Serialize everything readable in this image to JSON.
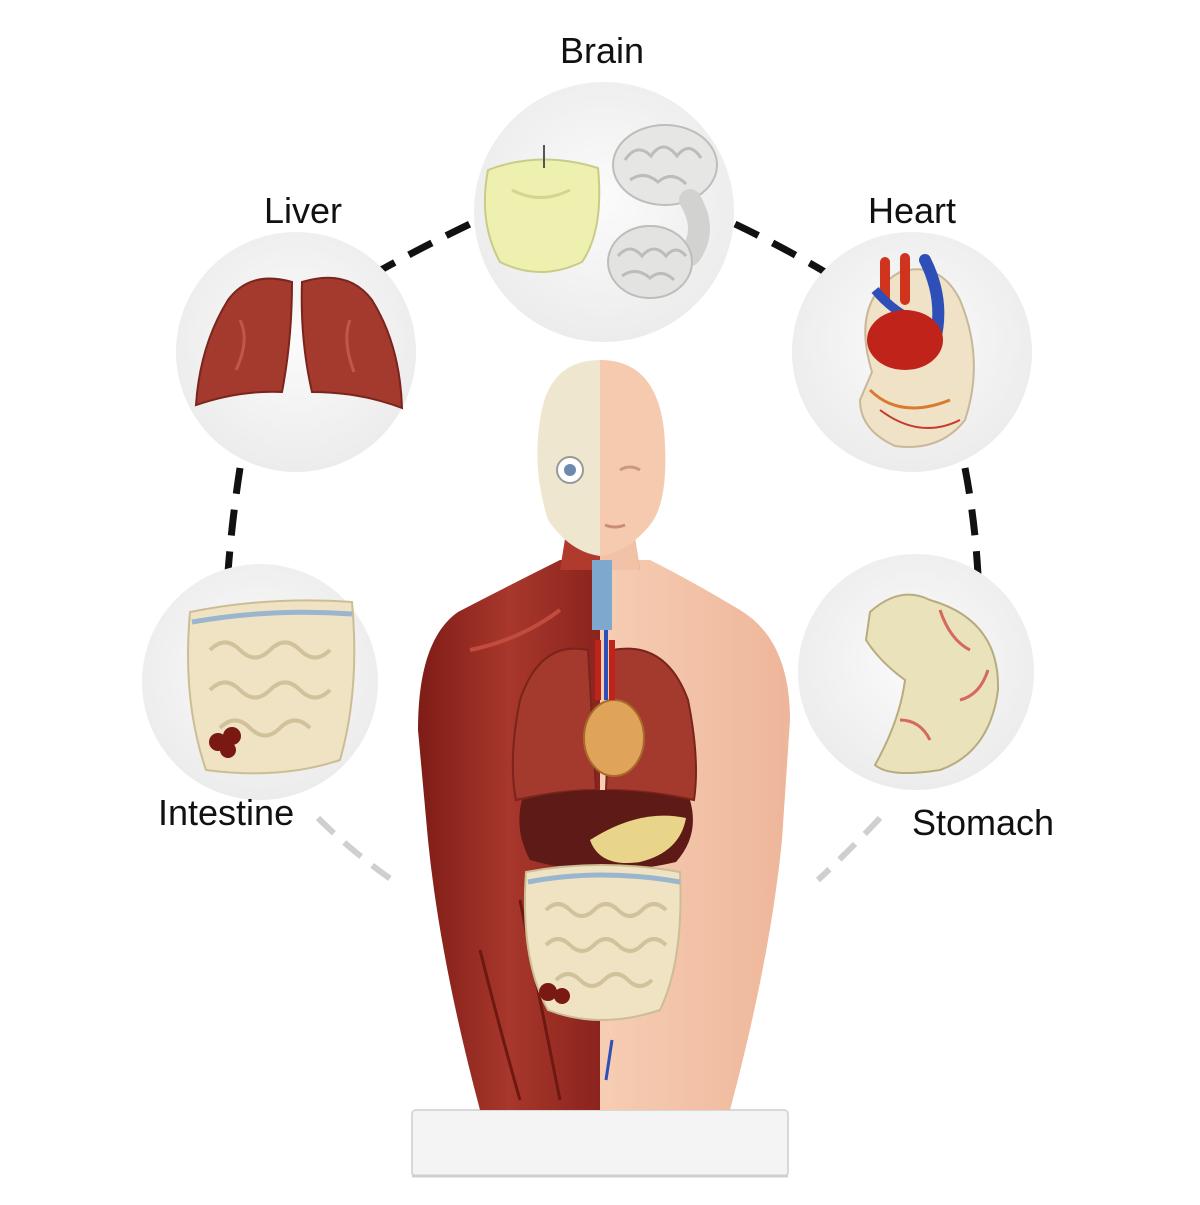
{
  "labels": {
    "brain": "Brain",
    "liver": "Liver",
    "heart": "Heart",
    "intestine": "Intestine",
    "stomach": "Stomach"
  },
  "colors": {
    "background": "#ffffff",
    "circle": "#f1f1f1",
    "muscle": "#9c2a22",
    "skin": "#f3c4a8",
    "lung": "#a43a2e",
    "liver": "#5e1a16",
    "intestine": "#efe3c3",
    "stomach": "#e9e2bb",
    "brain": "#e4e4e2",
    "skull": "#eef0b0",
    "base": "#f4f4f4"
  }
}
